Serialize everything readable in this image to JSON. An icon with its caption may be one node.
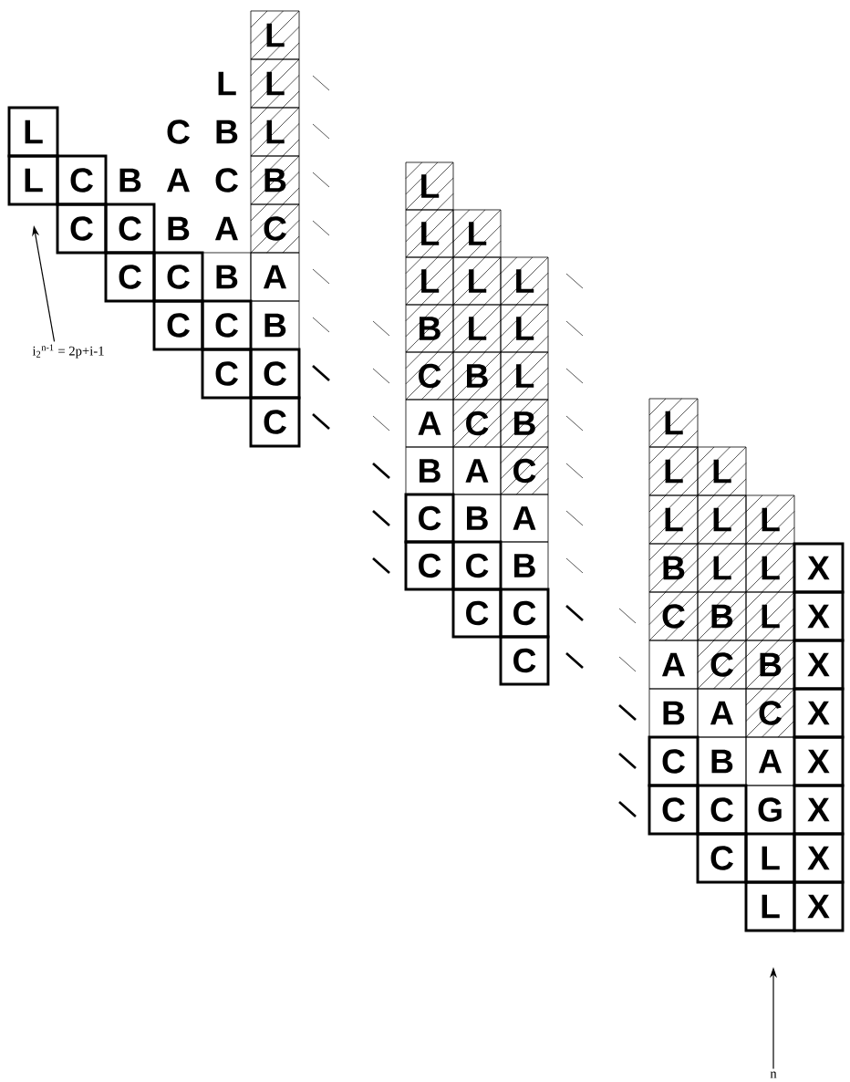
{
  "diagram": {
    "nodes": [
      {
        "text": [
          "i$_{2}$$^{n-1}$ = 2p+i-1"
        ]
      },
      {
        "text": [
          "n"
        ]
      }
    ],
    "edges": [
      {
        "from": 0,
        "to": null,
        "arrow": "to"
      },
      {
        "from": 1,
        "to": null,
        "arrow": "to"
      }
    ],
    "labels": [
      "L",
      "L",
      "L",
      "L",
      "C",
      "B",
      "L",
      "L",
      "C",
      "B",
      "A",
      "C",
      "B",
      "C",
      "C",
      "B",
      "A",
      "C",
      "C",
      "C",
      "B",
      "A",
      "C",
      "C",
      "B",
      "C",
      "C",
      "C",
      "L",
      "L",
      "L",
      "L",
      "L",
      "L",
      "B",
      "L",
      "L",
      "C",
      "B",
      "L",
      "A",
      "C",
      "B",
      "B",
      "A",
      "C",
      "C",
      "B",
      "A",
      "C",
      "C",
      "B",
      "C",
      "C",
      "C",
      "L",
      "L",
      "L",
      "L",
      "L",
      "L",
      "B",
      "L",
      "L",
      "X",
      "C",
      "B",
      "L",
      "X",
      "A",
      "C",
      "B",
      "X",
      "B",
      "A",
      "C",
      "X",
      "C",
      "B",
      "A",
      "X",
      "C",
      "C",
      "G",
      "X",
      "C",
      "L",
      "X",
      "L",
      "X"
    ]
  }
}
